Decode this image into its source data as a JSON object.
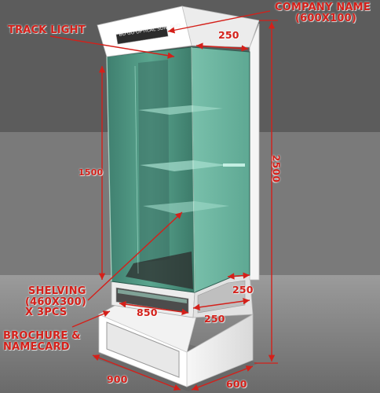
{
  "labels": {
    "company_name_line1": "COMPANY NAME",
    "company_name_line2": "(600X100)",
    "track_light": "TRACK LIGHT",
    "shelving_line1": "SHELVING",
    "shelving_line2": "(460X300)",
    "shelving_line3": "X 3PCS",
    "brochure_line1": "BROCHURE &",
    "brochure_line2": "NAMECARD"
  },
  "dimensions": {
    "top_depth": "250",
    "overall_height": "2500",
    "glass_height": "1500",
    "base_step_right": "250",
    "base_step_front": "250",
    "counter_width": "850",
    "base_width": "900",
    "base_depth": "600"
  },
  "plate": {
    "text": "BO GO OPTICAL SDN. BHD."
  },
  "colors": {
    "annotation": "#d4201a",
    "background": "#6b6b6b",
    "cabinet": "#f2f2f2",
    "glass": "#4f9a86"
  }
}
